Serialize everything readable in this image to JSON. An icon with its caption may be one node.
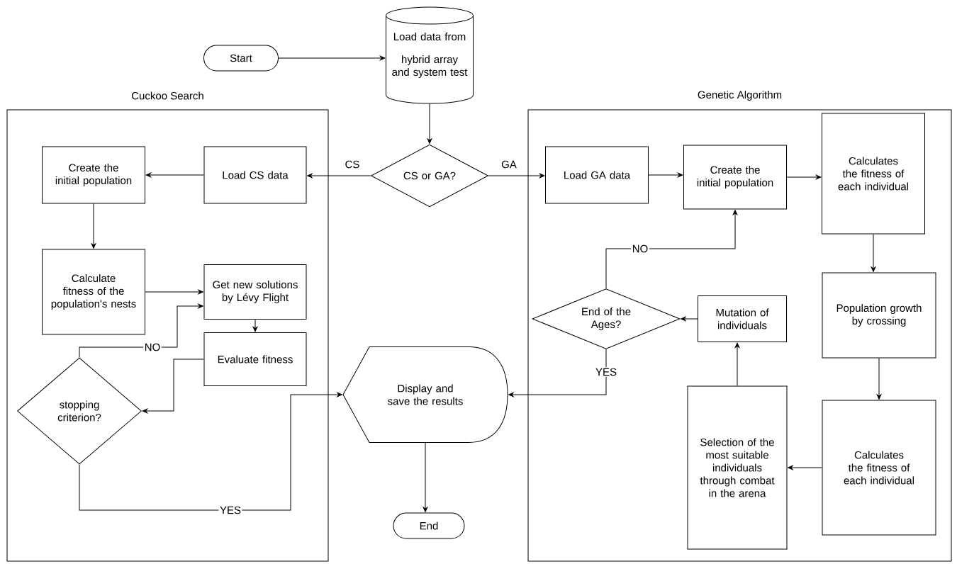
{
  "diagram": {
    "nodes": [
      {
        "text": [
          "Start"
        ]
      },
      {
        "text": [
          "Load data from hybrid array and system test"
        ]
      },
      {
        "text": [
          "Cuckoo Search"
        ]
      },
      {
        "text": [
          "Genetic Algorithm"
        ]
      },
      {
        "text": [
          "CS or GA?"
        ]
      },
      {
        "text": [
          "Load CS data"
        ],
        "in": 2
      },
      {
        "text": [
          "Create the initial population"
        ],
        "in": 2
      },
      {
        "text": [
          "Calculate fitness of the population's nests"
        ],
        "in": 2
      },
      {
        "text": [
          "Get new solutions by Lévy Flight"
        ],
        "in": 2
      },
      {
        "text": [
          "Evaluate fitness"
        ],
        "in": 2
      },
      {
        "text": [
          "stopping criterion?"
        ],
        "in": 2
      },
      {
        "text": [
          "Display and save the results"
        ]
      },
      {
        "text": [
          "End"
        ]
      },
      {
        "text": [
          "Load GA data"
        ],
        "in": 3
      },
      {
        "text": [
          "Create the initial population"
        ],
        "in": 3
      },
      {
        "text": [
          "Calculates the fitness of each individual"
        ],
        "in": 3
      },
      {
        "text": [
          "Population growth by crossing"
        ],
        "in": 3
      },
      {
        "text": [
          "Calculates the fitness of each individual"
        ],
        "in": 3
      },
      {
        "text": [
          "Selection of the most suitable individuals through combat in the arena"
        ],
        "in": 3
      },
      {
        "text": [
          "Mutation of individuals"
        ],
        "in": 3
      },
      {
        "text": [
          "End of the Ages?"
        ],
        "in": 3
      }
    ],
    "edges": [
      {
        "from": 0,
        "to": 1,
        "arrow": "to"
      },
      {
        "from": 1,
        "to": 4,
        "arrow": "to"
      },
      {
        "from": 4,
        "to": 5,
        "arrow": "to",
        "label": "CS"
      },
      {
        "from": 5,
        "to": 6,
        "arrow": "to"
      },
      {
        "from": 6,
        "to": 7,
        "arrow": "to"
      },
      {
        "from": 7,
        "to": 8,
        "arrow": "to"
      },
      {
        "from": 8,
        "to": 9,
        "arrow": "to"
      },
      {
        "from": 9,
        "to": 10,
        "arrow": "to"
      },
      {
        "from": 10,
        "to": 8,
        "arrow": "to",
        "label": "NO"
      },
      {
        "from": 10,
        "to": 11,
        "arrow": "to",
        "label": "YES"
      },
      {
        "from": 11,
        "to": 12,
        "arrow": "to"
      },
      {
        "from": 4,
        "to": 13,
        "arrow": "to",
        "label": "GA"
      },
      {
        "from": 13,
        "to": 14,
        "arrow": "to"
      },
      {
        "from": 14,
        "to": 15,
        "arrow": "to"
      },
      {
        "from": 15,
        "to": 16,
        "arrow": "to"
      },
      {
        "from": 16,
        "to": 17,
        "arrow": "to"
      },
      {
        "from": 17,
        "to": 18,
        "arrow": "to"
      },
      {
        "from": 18,
        "to": 19,
        "arrow": "to"
      },
      {
        "from": 19,
        "to": 20,
        "arrow": "to"
      },
      {
        "from": 20,
        "to": 14,
        "arrow": "to",
        "label": "NO"
      },
      {
        "from": 20,
        "to": 11,
        "arrow": "to",
        "label": "YES"
      }
    ]
  }
}
